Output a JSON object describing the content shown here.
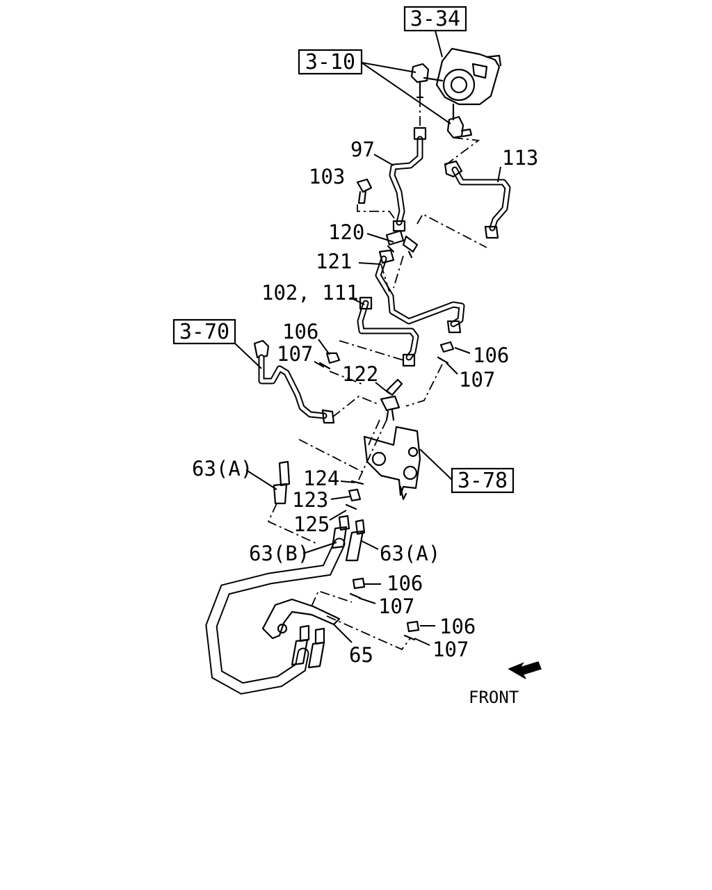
{
  "diagram": {
    "reference_boxes": {
      "ref_3_34": "3-34",
      "ref_3_10": "3-10",
      "ref_3_70": "3-70",
      "ref_3_78": "3-78"
    },
    "callouts": {
      "p97": "97",
      "p113": "113",
      "p103": "103",
      "p120": "120",
      "p121": "121",
      "p102_111": "102, 111",
      "p106_a": "106",
      "p107_a": "107",
      "p106_b": "106",
      "p107_b": "107",
      "p122": "122",
      "p63a_1": "63(A)",
      "p124": "124",
      "p123": "123",
      "p125": "125",
      "p63b": "63(B)",
      "p63a_2": "63(A)",
      "p106_c": "106",
      "p107_c": "107",
      "p106_d": "106",
      "p107_d": "107",
      "p65": "65"
    },
    "direction_label": "FRONT",
    "icons": {
      "front_arrow": "front-arrow-icon"
    }
  }
}
